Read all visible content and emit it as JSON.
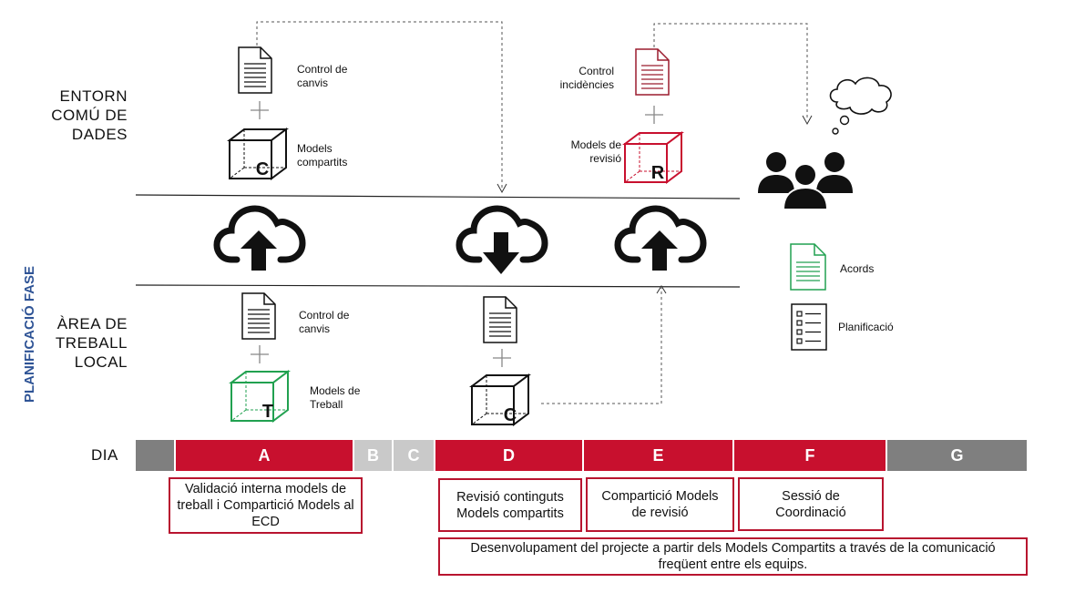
{
  "sections": {
    "ecd": "ENTORN COMÚ DE DADES",
    "local": "ÀREA DE TREBALL LOCAL",
    "vertical": "PLANIFICACIÓ FASE",
    "dia": "DIA"
  },
  "ecd_items": {
    "control_canvis": "Control de canvis",
    "models_compartits": "Models compartits",
    "control_incidencies": "Control incidències",
    "models_revisio": "Models de revisió"
  },
  "local_items": {
    "control_canvis": "Control de canvis",
    "models_treball": "Models de Treball"
  },
  "cube_letters": {
    "c1": "C",
    "r": "R",
    "t": "T",
    "c2": "C"
  },
  "legend": {
    "acords": "Acords",
    "planificacio": "Planificació"
  },
  "timeline": {
    "a": "A",
    "b": "B",
    "c": "C",
    "d": "D",
    "e": "E",
    "f": "F",
    "g": "G"
  },
  "notes": {
    "a": "Validació interna models de treball i Compartició Models al ECD",
    "d": "Revisió continguts Models compartits",
    "e": "Compartició Models de revisió",
    "f": "Sessió de Coordinació",
    "bottom": "Desenvolupament del projecte a partir dels Models Compartits a través de la comunicació freqüent entre els equips."
  },
  "colors": {
    "red": "#C8102E",
    "gray": "#7F7F7F",
    "light_gray": "#C9C9C9",
    "green": "#21A150",
    "dark_red": "#9B1C2E",
    "blue": "#2F5496"
  }
}
